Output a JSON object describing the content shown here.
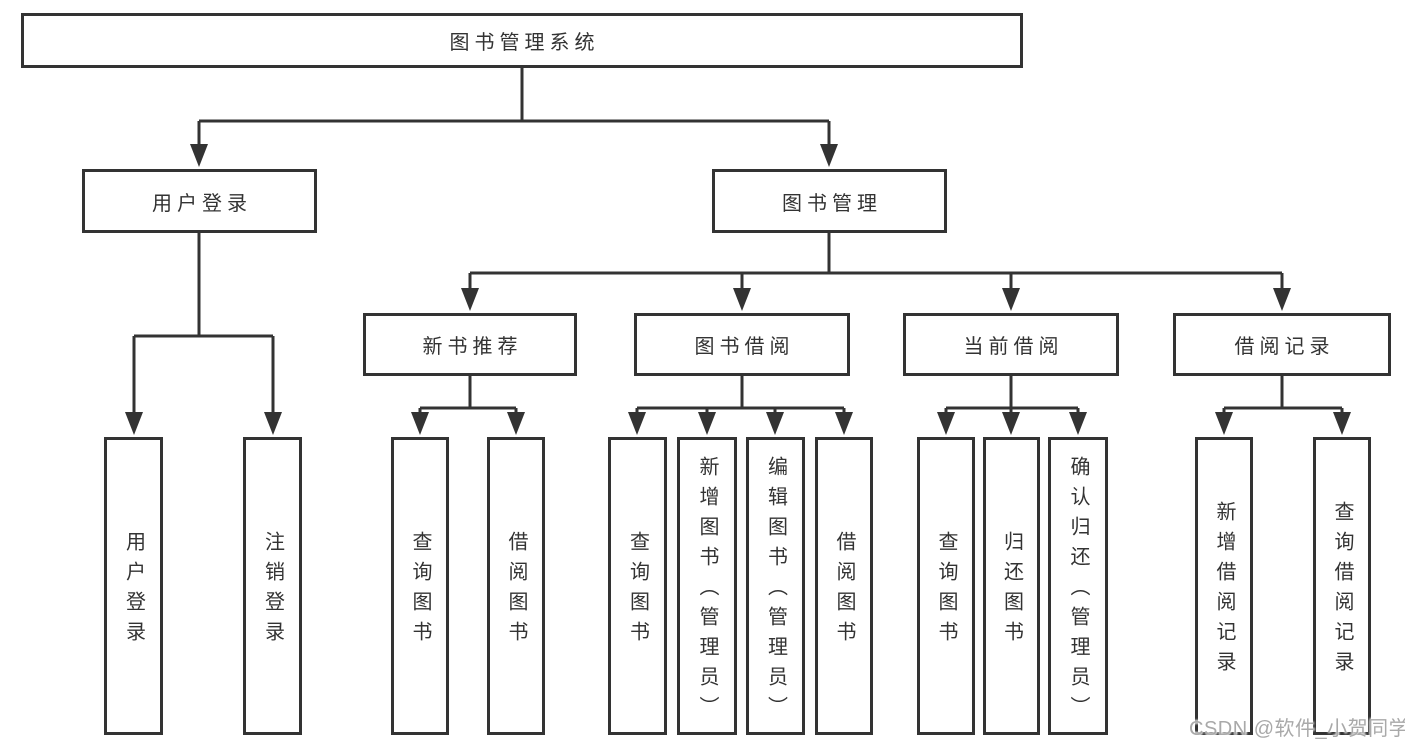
{
  "colors": {
    "line": "#333333",
    "box_border": "#333333",
    "text": "#333333",
    "background": "#ffffff",
    "watermark_text": "#a9a9a9"
  },
  "tree": {
    "root": {
      "label": "图书管理系统",
      "children": [
        {
          "label": "用户登录",
          "children": [
            {
              "label": "用户登录"
            },
            {
              "label": "注销登录"
            }
          ]
        },
        {
          "label": "图书管理",
          "children": [
            {
              "label": "新书推荐",
              "children": [
                {
                  "label": "查询图书"
                },
                {
                  "label": "借阅图书"
                }
              ]
            },
            {
              "label": "图书借阅",
              "children": [
                {
                  "label": "查询图书"
                },
                {
                  "label": "新增图书（管理员）"
                },
                {
                  "label": "编辑图书（管理员）"
                },
                {
                  "label": "借阅图书"
                }
              ]
            },
            {
              "label": "当前借阅",
              "children": [
                {
                  "label": "查询图书"
                },
                {
                  "label": "归还图书"
                },
                {
                  "label": "确认归还（管理员）"
                }
              ]
            },
            {
              "label": "借阅记录",
              "children": [
                {
                  "label": "新增借阅记录"
                },
                {
                  "label": "查询借阅记录"
                }
              ]
            }
          ]
        }
      ]
    }
  },
  "watermark": {
    "text": "CSDN @软件_小贺同学"
  }
}
